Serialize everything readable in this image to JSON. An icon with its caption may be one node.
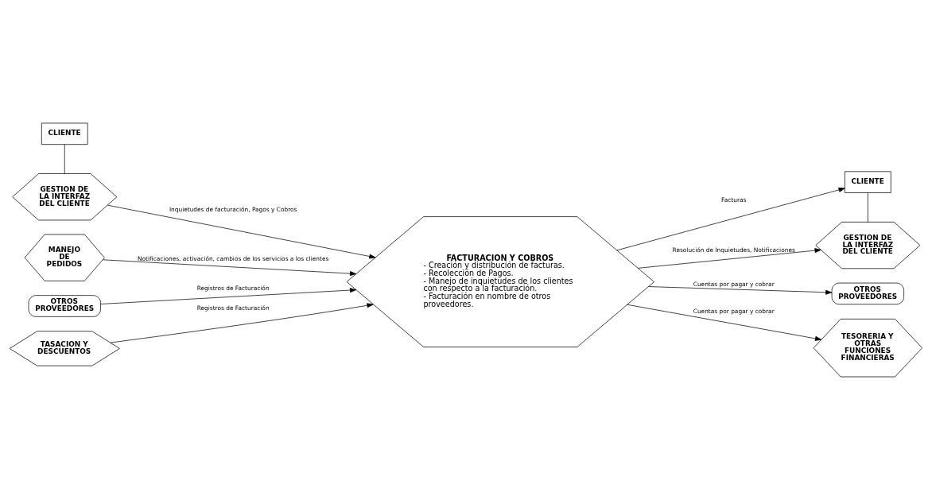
{
  "diagram": {
    "nodes": [
      {
        "text": [
          "CLIENTE"
        ]
      },
      {
        "text": [
          "GESTION DE LA INTERFAZ DEL CLIENTE"
        ]
      },
      {
        "text": [
          "MANEJO DE PEDIDOS"
        ]
      },
      {
        "text": [
          "OTROS PROVEEDORES"
        ]
      },
      {
        "text": [
          "TASACION Y DESCUENTOS"
        ]
      },
      {
        "text": [
          "FACTURACION Y COBROS",
          "- Creación y distribución de facturas.",
          "- Recolección de Pagos.",
          "- Manejo de inquietudes de los clientes con respecto a la facturación.",
          "- Facturación en nombre de otros proveedores."
        ]
      },
      {
        "text": [
          "CLIENTE"
        ]
      },
      {
        "text": [
          "GESTION DE LA INTERFAZ DEL CLIENTE"
        ]
      },
      {
        "text": [
          "OTROS PROVEEDORES"
        ]
      },
      {
        "text": [
          "TESORERIA Y OTRAS FUNCIONES FINANCIERAS"
        ]
      }
    ],
    "edges": [
      {
        "from": 0,
        "to": 1,
        "arrow": "none"
      },
      {
        "from": 1,
        "to": 5,
        "arrow": "to",
        "label": "Inquietudes de facturación, Pagos y Cobros"
      },
      {
        "from": 2,
        "to": 5,
        "arrow": "to",
        "label": "Notificaciones, activación, cambios de los servicios a los clientes"
      },
      {
        "from": 3,
        "to": 5,
        "arrow": "to",
        "label": "Registros de Facturación"
      },
      {
        "from": 4,
        "to": 5,
        "arrow": "to",
        "label": "Registros de Facturación"
      },
      {
        "from": 5,
        "to": 6,
        "arrow": "to",
        "label": "Facturas"
      },
      {
        "from": 5,
        "to": 7,
        "arrow": "to",
        "label": "Resolución de Inquietudes, Notificaciones"
      },
      {
        "from": 6,
        "to": 7,
        "arrow": "none"
      },
      {
        "from": 5,
        "to": 8,
        "arrow": "to",
        "label": "Cuentas por pagar y cobrar"
      },
      {
        "from": 5,
        "to": 9,
        "arrow": "to",
        "label": "Cuentas por pagar y cobrar"
      }
    ]
  }
}
